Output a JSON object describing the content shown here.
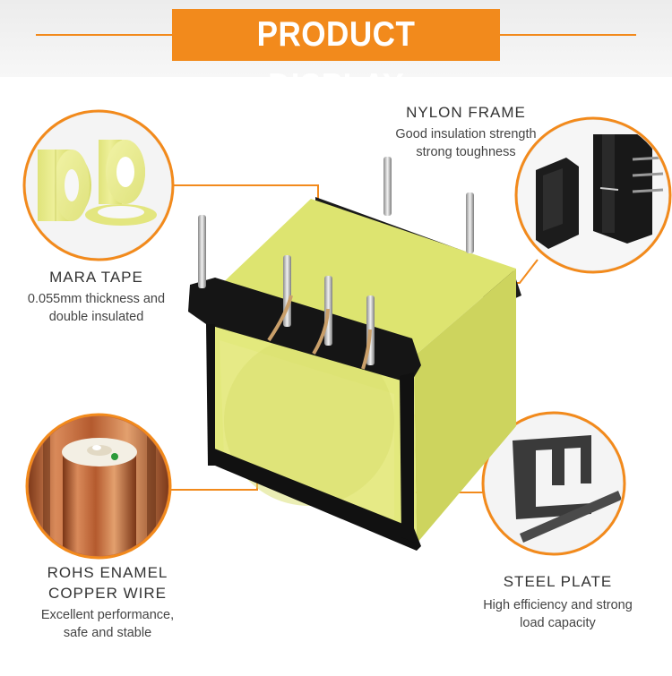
{
  "banner": {
    "title": "PRODUCT DISPLAY"
  },
  "features": {
    "nylon_frame": {
      "title": "NYLON FRAME",
      "line1": "Good insulation strength",
      "line2": "strong toughness"
    },
    "mara_tape": {
      "title": "MARA TAPE",
      "line1": "0.055mm thickness and",
      "line2": "double insulated"
    },
    "copper_wire": {
      "title_line1": "ROHS ENAMEL",
      "title_line2": "COPPER WIRE",
      "line1": "Excellent performance,",
      "line2": "safe and stable"
    },
    "steel_plate": {
      "title": "STEEL PLATE",
      "line1": "High efficiency and strong",
      "line2": "load capacity"
    }
  },
  "colors": {
    "accent": "#f28a1c",
    "tape": "#e6e98a",
    "frame": "#161616",
    "copper": "#c46b3e"
  }
}
